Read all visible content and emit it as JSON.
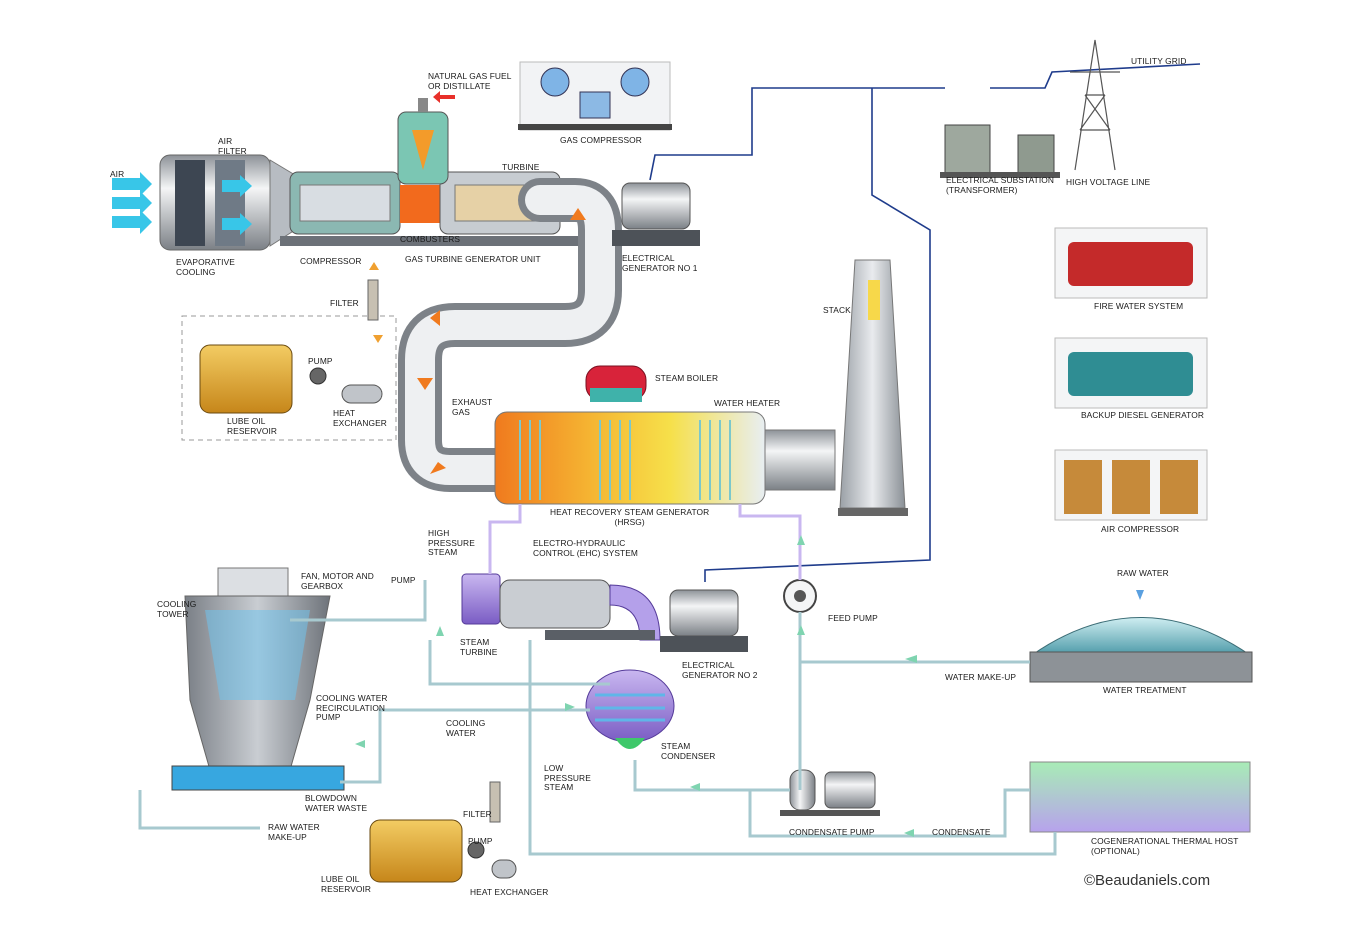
{
  "labels": {
    "air": "AIR",
    "air_filter": "AIR\nFILTER",
    "evaporative_cooling": "EVAPORATIVE\nCOOLING",
    "compressor": "COMPRESSOR",
    "natural_gas_fuel": "NATURAL GAS FUEL\nOR DISTILLATE",
    "turbine": "TURBINE",
    "combusters": "COMBUSTERS",
    "gas_turbine_generator_unit": "GAS TURBINE GENERATOR UNIT",
    "gas_compressor": "GAS COMPRESSOR",
    "electrical_generator_1": "ELECTRICAL\nGENERATOR No 1",
    "electrical_substation": "ELECTRICAL SUBSTATION\n(TRANSFORMER)",
    "high_voltage_line": "HIGH VOLTAGE LINE",
    "utility_grid": "UTILITY GRID",
    "filter_top": "FILTER",
    "pump_top": "PUMP",
    "lube_oil_reservoir_top": "LUBE OIL\nRESERVOIR",
    "heat_exchanger_top": "HEAT\nEXCHANGER",
    "exhaust_gas": "EXHAUST\nGAS",
    "steam_boiler": "STEAM BOILER",
    "water_heater": "WATER HEATER",
    "stack": "STACK",
    "hrsg": "HEAT RECOVERY STEAM GENERATOR\n(HRSG)",
    "fire_water_system": "FIRE WATER SYSTEM",
    "backup_diesel_generator": "BACKUP DIESEL GENERATOR",
    "air_compressor": "AIR COMPRESSOR",
    "high_pressure_steam": "HIGH\nPRESSURE\nSTEAM",
    "ehc_system": "ELECTRO-HYDRAULIC\nCONTROL (EHC) SYSTEM",
    "fan_motor_gearbox": "FAN, MOTOR AND\nGEARBOX",
    "pump_mid": "PUMP",
    "cooling_tower": "COOLING\nTOWER",
    "steam_turbine": "STEAM\nTURBINE",
    "electrical_generator_2": "ELECTRICAL\nGENERATOR No 2",
    "feed_pump": "FEED  PUMP",
    "raw_water": "RAW WATER",
    "water_make_up": "WATER MAKE-UP",
    "water_treatment": "WATER TREATMENT",
    "cooling_water_recirculation_pump": "COOLING WATER\nRECIRCULATION\nPUMP",
    "cooling_water": "COOLING\nWATER",
    "steam_condenser": "STEAM\nCONDENSER",
    "low_pressure_steam": "LOW\nPRESSURE\nSTEAM",
    "blowdown_water_waste": "BLOWDOWN\nWATER WASTE",
    "raw_water_make_up": "RAW WATER\nMAKE-UP",
    "filter_bottom": "FILTER",
    "pump_bottom": "PUMP",
    "lube_oil_reservoir_bottom": "LUBE OIL\nRESERVOIR",
    "heat_exchanger_bottom": "HEAT EXCHANGER",
    "condensate_pump": "CONDENSATE PUMP",
    "condensate": "CONDENSATE",
    "cogenerational_thermal_host": "COGENERATIONAL THERMAL HOST\n(OPTIONAL)"
  },
  "copyright": "©Beaudaniels.com",
  "colors": {
    "pipe_steel": "#b8bcc2",
    "hot_gas": "#f07a1e",
    "steam_purple": "#9b7fd6",
    "cooling_water": "#5fb6e8",
    "electric_line": "#1f3c8c",
    "lube_oil": "#e0a52b",
    "flow_arrow_water": "#7fd4b0",
    "flow_arrow_air": "#38c6e8",
    "flow_arrow_oil": "#f0a030",
    "flow_arrow_fuel": "#e8302a"
  }
}
